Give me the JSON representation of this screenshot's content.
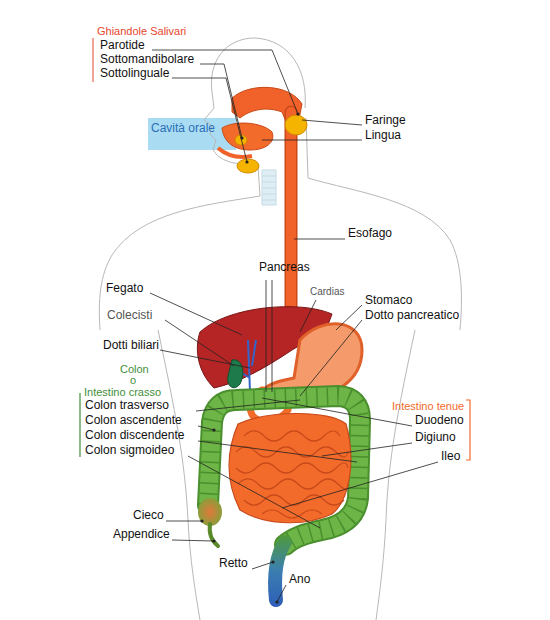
{
  "diagram": {
    "labels": [
      "Ghiandole Salivari",
      "Parotide",
      "Sottomandibolare",
      "Sottolinguale",
      "Cavità orale",
      "Faringe",
      "Lingua",
      "Esofago",
      "Pancreas",
      "Cardias",
      "Fegato",
      "Stomaco",
      "Dotto pancreatico",
      "Colecisti",
      "Dotti biliari",
      "Colon",
      "o",
      "Intestino crasso",
      "Colon trasverso",
      "Colon ascendente",
      "Colon discendente",
      "Colon sigmoideo",
      "Intestino tenue",
      "Duodeno",
      "Digiuno",
      "Ileo",
      "Cieco",
      "Appendice",
      "Retto",
      "Ano"
    ]
  }
}
